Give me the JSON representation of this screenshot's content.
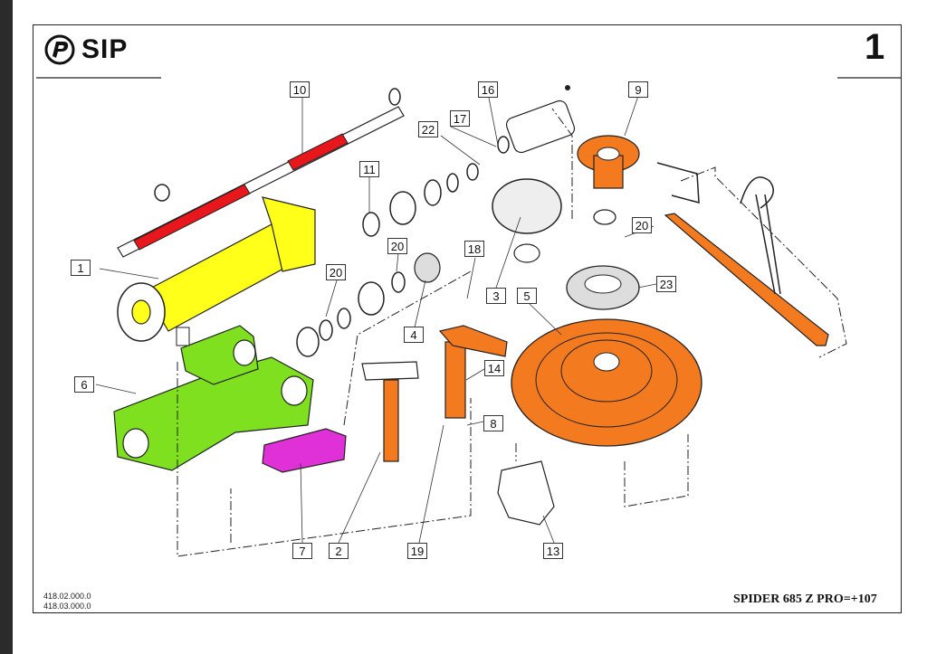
{
  "header": {
    "brand": "SIP",
    "page_number": "1"
  },
  "callouts": [
    "10",
    "16",
    "17",
    "22",
    "9",
    "11",
    "20",
    "18",
    "1",
    "20",
    "20",
    "3",
    "5",
    "23",
    "4",
    "14",
    "6",
    "8",
    "7",
    "2",
    "19",
    "13"
  ],
  "footer": {
    "code_1": "418.02.000.0",
    "code_2": "418.03.000.0",
    "model": "SPIDER 685 Z PRO=+107"
  },
  "colors": {
    "shaft_red": "#e8171c",
    "housing_yellow": "#ffff1a",
    "gearbox_green": "#7ee01f",
    "part_orange": "#f47a1f",
    "cover_magenta": "#e030d8"
  }
}
